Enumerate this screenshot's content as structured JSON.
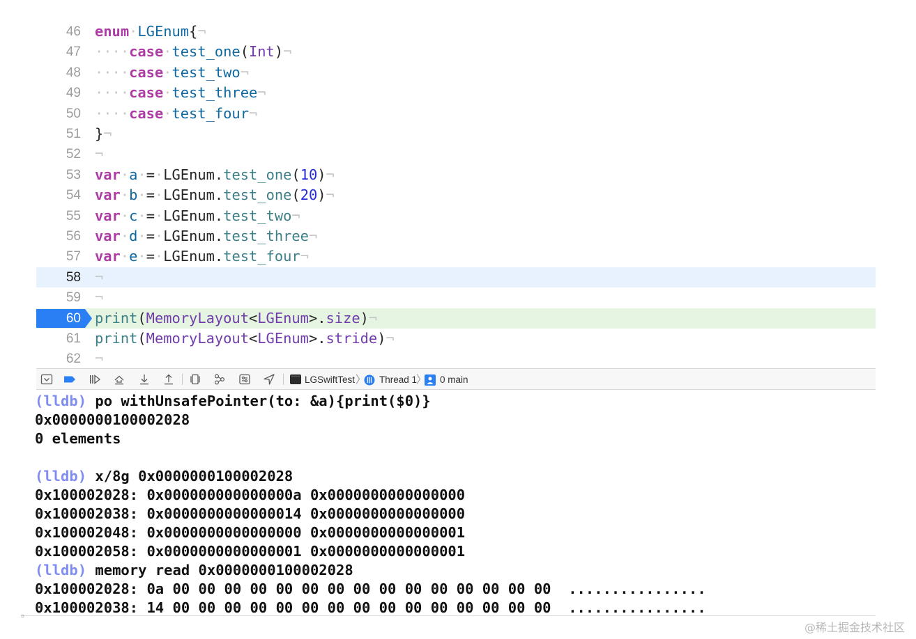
{
  "editor": {
    "lines": [
      {
        "num": "46",
        "tokens": [
          {
            "t": "kw",
            "v": "enum"
          },
          {
            "t": "ws",
            "v": "·"
          },
          {
            "t": "decl",
            "v": "LGEnum"
          },
          {
            "t": "plain",
            "v": "{"
          },
          {
            "t": "eol",
            "v": "¬"
          }
        ]
      },
      {
        "num": "47",
        "tokens": [
          {
            "t": "ws",
            "v": "····"
          },
          {
            "t": "kw",
            "v": "case"
          },
          {
            "t": "ws",
            "v": "·"
          },
          {
            "t": "decl",
            "v": "test_one"
          },
          {
            "t": "plain",
            "v": "("
          },
          {
            "t": "type",
            "v": "Int"
          },
          {
            "t": "plain",
            "v": ")"
          },
          {
            "t": "eol",
            "v": "¬"
          }
        ]
      },
      {
        "num": "48",
        "tokens": [
          {
            "t": "ws",
            "v": "····"
          },
          {
            "t": "kw",
            "v": "case"
          },
          {
            "t": "ws",
            "v": "·"
          },
          {
            "t": "decl",
            "v": "test_two"
          },
          {
            "t": "eol",
            "v": "¬"
          }
        ]
      },
      {
        "num": "49",
        "tokens": [
          {
            "t": "ws",
            "v": "····"
          },
          {
            "t": "kw",
            "v": "case"
          },
          {
            "t": "ws",
            "v": "·"
          },
          {
            "t": "decl",
            "v": "test_three"
          },
          {
            "t": "eol",
            "v": "¬"
          }
        ]
      },
      {
        "num": "50",
        "tokens": [
          {
            "t": "ws",
            "v": "····"
          },
          {
            "t": "kw",
            "v": "case"
          },
          {
            "t": "ws",
            "v": "·"
          },
          {
            "t": "decl",
            "v": "test_four"
          },
          {
            "t": "eol",
            "v": "¬"
          }
        ]
      },
      {
        "num": "51",
        "tokens": [
          {
            "t": "plain",
            "v": "}"
          },
          {
            "t": "eol",
            "v": "¬"
          }
        ]
      },
      {
        "num": "52",
        "tokens": [
          {
            "t": "eol",
            "v": "¬"
          }
        ]
      },
      {
        "num": "53",
        "tokens": [
          {
            "t": "kw",
            "v": "var"
          },
          {
            "t": "ws",
            "v": "·"
          },
          {
            "t": "decl",
            "v": "a"
          },
          {
            "t": "ws",
            "v": "·"
          },
          {
            "t": "plain",
            "v": "="
          },
          {
            "t": "ws",
            "v": "·"
          },
          {
            "t": "plain",
            "v": "LGEnum."
          },
          {
            "t": "fn",
            "v": "test_one"
          },
          {
            "t": "plain",
            "v": "("
          },
          {
            "t": "num",
            "v": "10"
          },
          {
            "t": "plain",
            "v": ")"
          },
          {
            "t": "eol",
            "v": "¬"
          }
        ]
      },
      {
        "num": "54",
        "tokens": [
          {
            "t": "kw",
            "v": "var"
          },
          {
            "t": "ws",
            "v": "·"
          },
          {
            "t": "decl",
            "v": "b"
          },
          {
            "t": "ws",
            "v": "·"
          },
          {
            "t": "plain",
            "v": "="
          },
          {
            "t": "ws",
            "v": "·"
          },
          {
            "t": "plain",
            "v": "LGEnum."
          },
          {
            "t": "fn",
            "v": "test_one"
          },
          {
            "t": "plain",
            "v": "("
          },
          {
            "t": "num",
            "v": "20"
          },
          {
            "t": "plain",
            "v": ")"
          },
          {
            "t": "eol",
            "v": "¬"
          }
        ]
      },
      {
        "num": "55",
        "tokens": [
          {
            "t": "kw",
            "v": "var"
          },
          {
            "t": "ws",
            "v": "·"
          },
          {
            "t": "decl",
            "v": "c"
          },
          {
            "t": "ws",
            "v": "·"
          },
          {
            "t": "plain",
            "v": "="
          },
          {
            "t": "ws",
            "v": "·"
          },
          {
            "t": "plain",
            "v": "LGEnum."
          },
          {
            "t": "fn",
            "v": "test_two"
          },
          {
            "t": "eol",
            "v": "¬"
          }
        ]
      },
      {
        "num": "56",
        "tokens": [
          {
            "t": "kw",
            "v": "var"
          },
          {
            "t": "ws",
            "v": "·"
          },
          {
            "t": "decl",
            "v": "d"
          },
          {
            "t": "ws",
            "v": "·"
          },
          {
            "t": "plain",
            "v": "="
          },
          {
            "t": "ws",
            "v": "·"
          },
          {
            "t": "plain",
            "v": "LGEnum."
          },
          {
            "t": "fn",
            "v": "test_three"
          },
          {
            "t": "eol",
            "v": "¬"
          }
        ]
      },
      {
        "num": "57",
        "tokens": [
          {
            "t": "kw",
            "v": "var"
          },
          {
            "t": "ws",
            "v": "·"
          },
          {
            "t": "decl",
            "v": "e"
          },
          {
            "t": "ws",
            "v": "·"
          },
          {
            "t": "plain",
            "v": "="
          },
          {
            "t": "ws",
            "v": "·"
          },
          {
            "t": "plain",
            "v": "LGEnum."
          },
          {
            "t": "fn",
            "v": "test_four"
          },
          {
            "t": "eol",
            "v": "¬"
          }
        ]
      },
      {
        "num": "58",
        "highlight": "current-line",
        "tokens": [
          {
            "t": "eol",
            "v": "¬"
          }
        ]
      },
      {
        "num": "59",
        "tokens": [
          {
            "t": "eol",
            "v": "¬"
          }
        ]
      },
      {
        "num": "60",
        "highlight": "breakpoint",
        "tokens": [
          {
            "t": "fn",
            "v": "print"
          },
          {
            "t": "plain",
            "v": "("
          },
          {
            "t": "type",
            "v": "MemoryLayout"
          },
          {
            "t": "plain",
            "v": "<"
          },
          {
            "t": "type",
            "v": "LGEnum"
          },
          {
            "t": "plain",
            "v": ">."
          },
          {
            "t": "type",
            "v": "size"
          },
          {
            "t": "plain",
            "v": ")"
          },
          {
            "t": "eol",
            "v": "¬"
          }
        ]
      },
      {
        "num": "61",
        "tokens": [
          {
            "t": "fn",
            "v": "print"
          },
          {
            "t": "plain",
            "v": "("
          },
          {
            "t": "type",
            "v": "MemoryLayout"
          },
          {
            "t": "plain",
            "v": "<"
          },
          {
            "t": "type",
            "v": "LGEnum"
          },
          {
            "t": "plain",
            "v": ">."
          },
          {
            "t": "type",
            "v": "stride"
          },
          {
            "t": "plain",
            "v": ")"
          },
          {
            "t": "eol",
            "v": "¬"
          }
        ]
      },
      {
        "num": "62",
        "tokens": [
          {
            "t": "eol",
            "v": "¬"
          }
        ]
      }
    ],
    "colors": {
      "breakpoint": "#2a7ff5",
      "current_line_bg": "#e8f2fe",
      "breakpoint_line_bg": "#e5f5e2"
    }
  },
  "debug_bar": {
    "buttons": [
      {
        "name": "hide-debug-area-button",
        "icon": "panel-toggle-icon"
      },
      {
        "name": "breakpoints-toggle-button",
        "icon": "breakpoint-icon"
      },
      {
        "name": "continue-button",
        "icon": "continue-icon"
      },
      {
        "name": "step-over-button",
        "icon": "step-over-icon"
      },
      {
        "name": "step-into-button",
        "icon": "step-into-icon"
      },
      {
        "name": "step-out-button",
        "icon": "step-out-icon"
      },
      {
        "name": "view-hierarchy-button",
        "icon": "view-hierarchy-icon"
      },
      {
        "name": "memory-graph-button",
        "icon": "memory-graph-icon"
      },
      {
        "name": "environment-overrides-button",
        "icon": "environment-icon"
      },
      {
        "name": "simulate-location-button",
        "icon": "location-arrow-icon"
      }
    ],
    "breadcrumbs": [
      {
        "label": "LGSwiftTest",
        "icon": "terminal-icon"
      },
      {
        "label": "Thread 1",
        "icon": "thread-icon"
      },
      {
        "label": "0 main",
        "icon": "stack-frame-icon"
      }
    ]
  },
  "console": {
    "prompt": "(lldb)",
    "lines": [
      {
        "prompt": true,
        "text": " po withUnsafePointer(to: &a){print($0)}"
      },
      {
        "prompt": false,
        "text": "0x0000000100002028"
      },
      {
        "prompt": false,
        "text": "0 elements"
      },
      {
        "prompt": false,
        "text": ""
      },
      {
        "prompt": true,
        "text": " x/8g 0x0000000100002028"
      },
      {
        "prompt": false,
        "text": "0x100002028: 0x000000000000000a 0x0000000000000000"
      },
      {
        "prompt": false,
        "text": "0x100002038: 0x0000000000000014 0x0000000000000000"
      },
      {
        "prompt": false,
        "text": "0x100002048: 0x0000000000000000 0x0000000000000001"
      },
      {
        "prompt": false,
        "text": "0x100002058: 0x0000000000000001 0x0000000000000001"
      },
      {
        "prompt": true,
        "text": " memory read 0x0000000100002028"
      },
      {
        "prompt": false,
        "text": "0x100002028: 0a 00 00 00 00 00 00 00 00 00 00 00 00 00 00 00  ................"
      },
      {
        "prompt": false,
        "text": "0x100002038: 14 00 00 00 00 00 00 00 00 00 00 00 00 00 00 00  ................"
      }
    ],
    "colors": {
      "prompt": "#7f8cf0",
      "text": "#111111"
    }
  },
  "footer": {
    "watermark": "@稀土掘金技术社区"
  }
}
